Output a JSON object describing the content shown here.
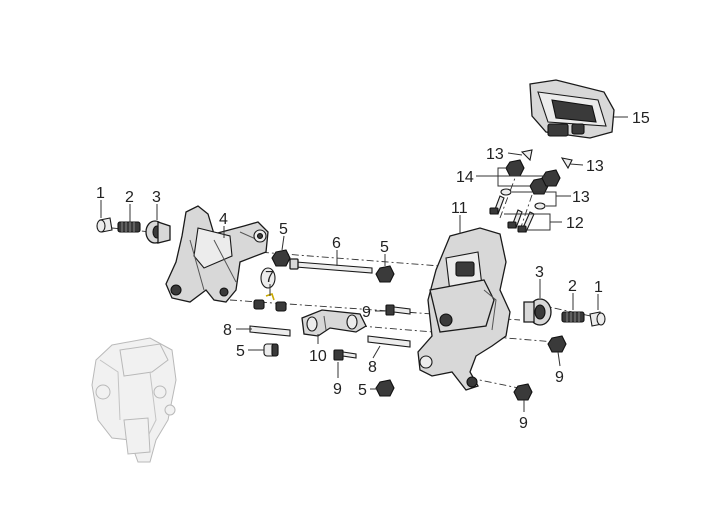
{
  "callouts": {
    "c1_left": "1",
    "c2_left": "2",
    "c3_left": "3",
    "c4": "4",
    "c5_upper_left": "5",
    "c6": "6",
    "c5_upper_mid": "5",
    "c7": "7",
    "c8_left": "8",
    "c5_lower_left": "5",
    "c10": "10",
    "c9_upper": "9",
    "c8_mid": "8",
    "c9_lower_left": "9",
    "c5_lower_mid": "5",
    "c11": "11",
    "c3_right": "3",
    "c2_right": "2",
    "c1_right": "1",
    "c9_right": "9",
    "c9_bottom": "9",
    "c15": "15",
    "c13_top_left": "13",
    "c13_top_right": "13",
    "c14": "14",
    "c13_mid": "13",
    "c12": "12"
  }
}
